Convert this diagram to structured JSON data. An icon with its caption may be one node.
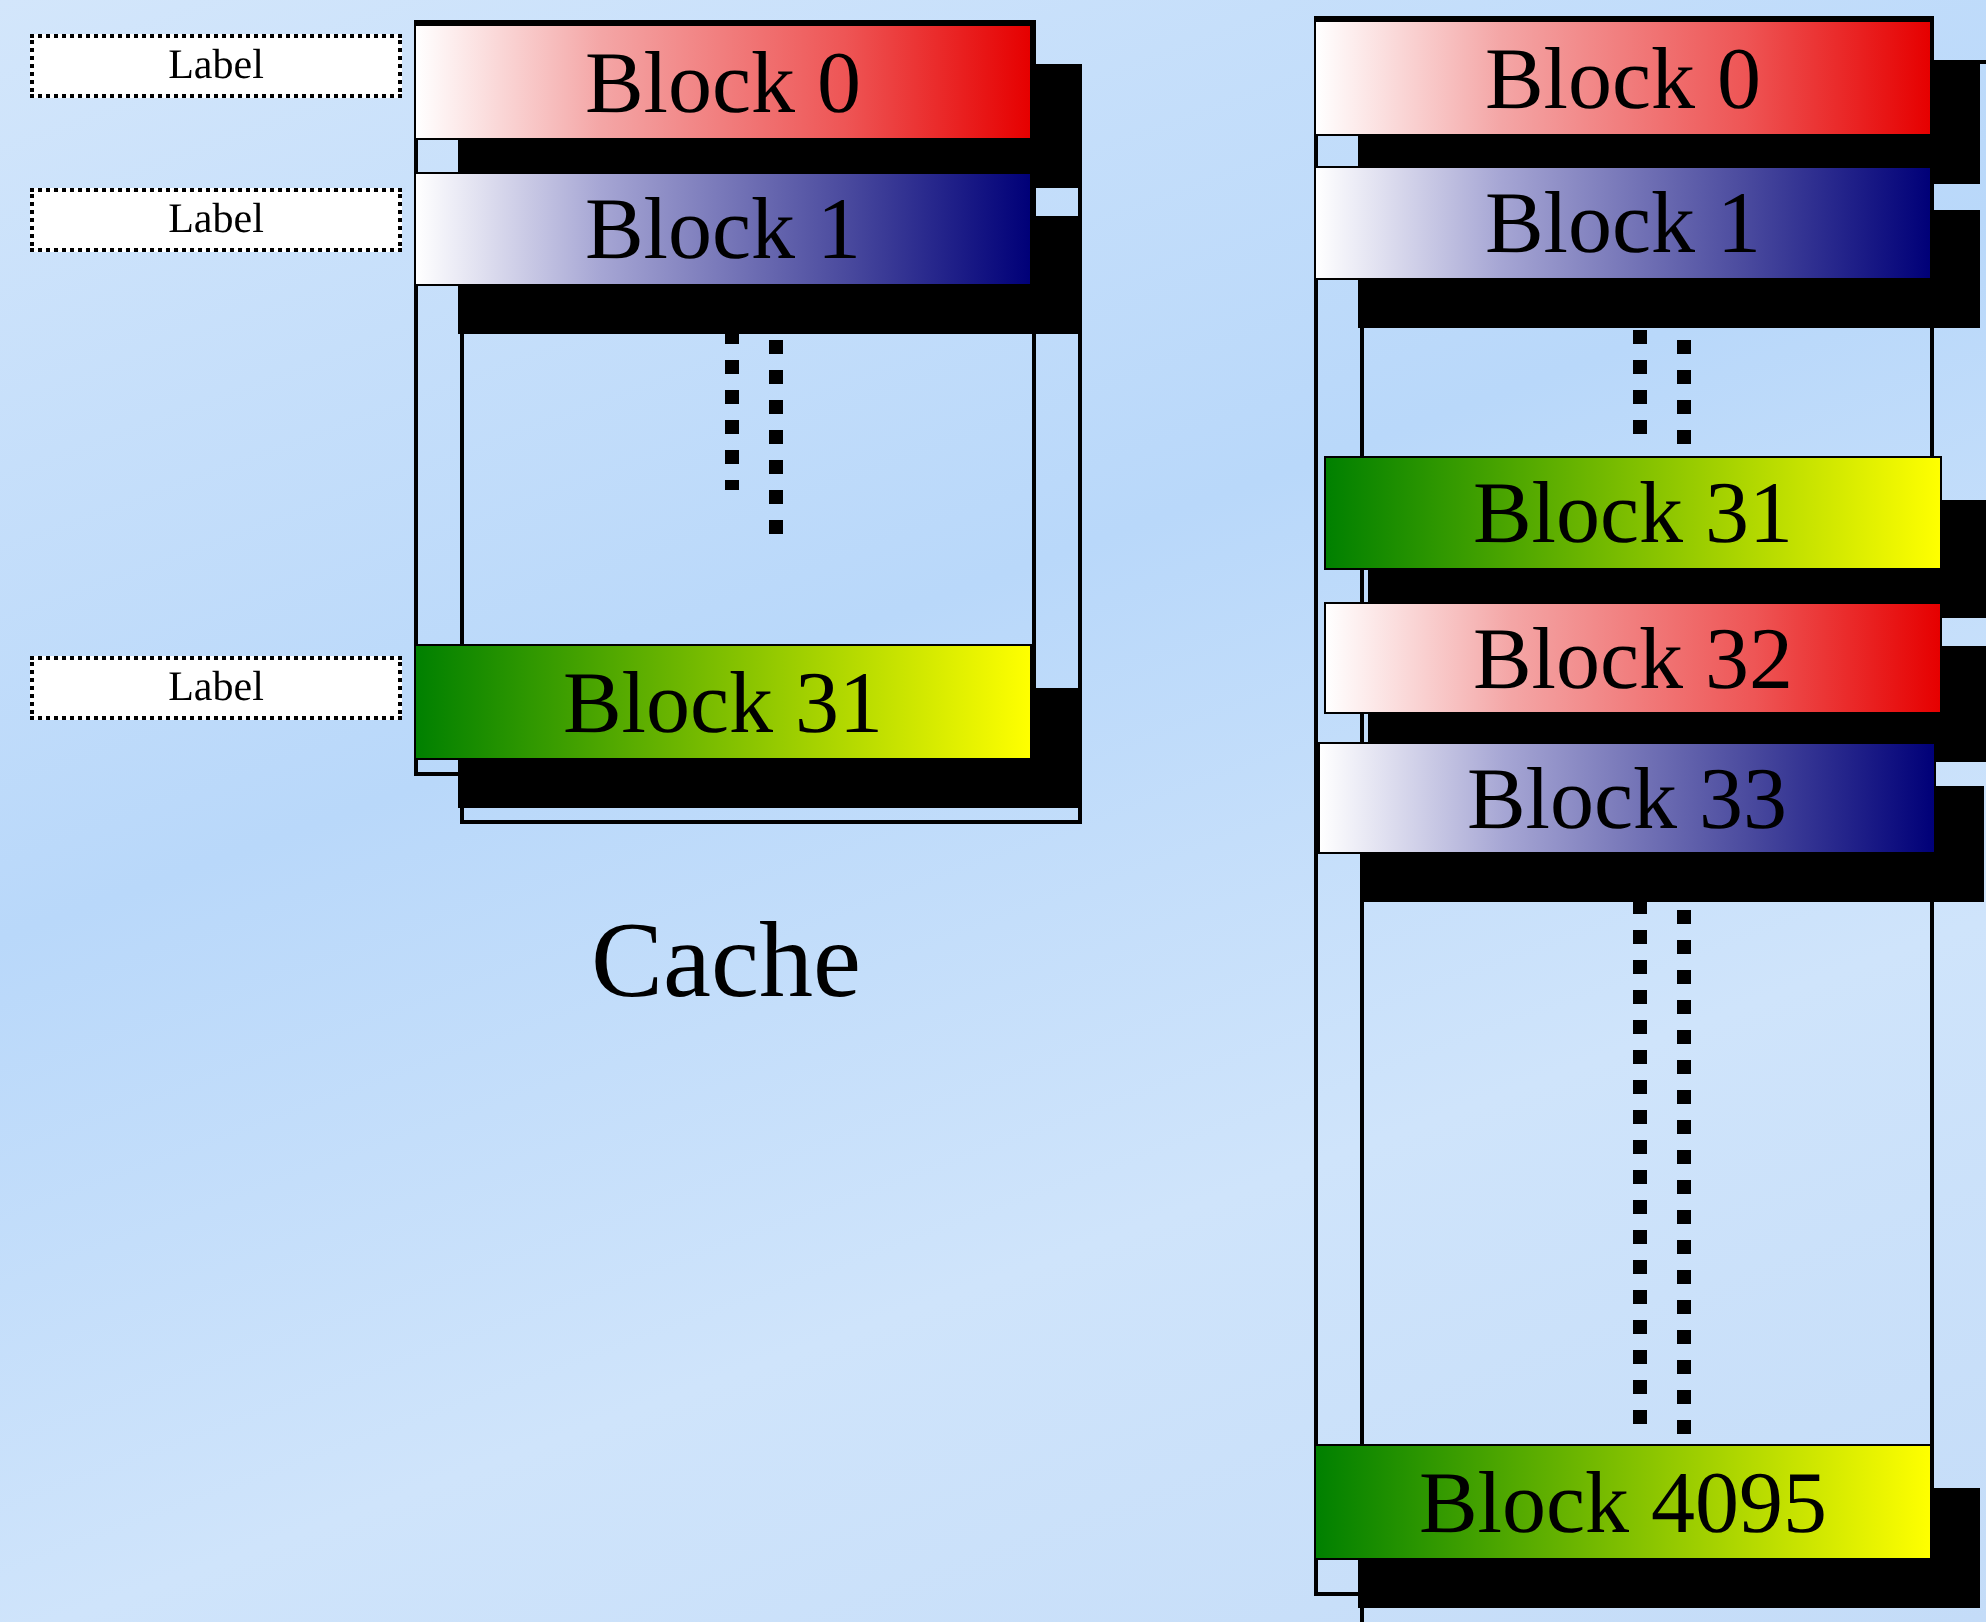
{
  "diagram": {
    "nodes": [
      {
        "text": [],
        "shape": "box"
      },
      {
        "text": [
          "Block 0"
        ],
        "in": 0
      },
      {
        "text": [
          "Block 1"
        ],
        "in": 0
      },
      {
        "text": [
          "Block 31"
        ],
        "in": 0
      },
      {
        "text": [
          "Label"
        ]
      },
      {
        "text": [
          "Label"
        ]
      },
      {
        "text": [
          "Label"
        ]
      },
      {
        "text": [],
        "shape": "box"
      },
      {
        "text": [
          "Block 0"
        ],
        "in": 7
      },
      {
        "text": [
          "Block 1"
        ],
        "in": 7
      },
      {
        "text": [
          "Block 31"
        ],
        "in": 7
      },
      {
        "text": [
          "Block 32"
        ],
        "in": 7
      },
      {
        "text": [
          "Block 33"
        ],
        "in": 7
      },
      {
        "text": [
          "Block 4095"
        ],
        "in": 7
      }
    ],
    "edges": [],
    "labels": [
      "Cache"
    ]
  }
}
